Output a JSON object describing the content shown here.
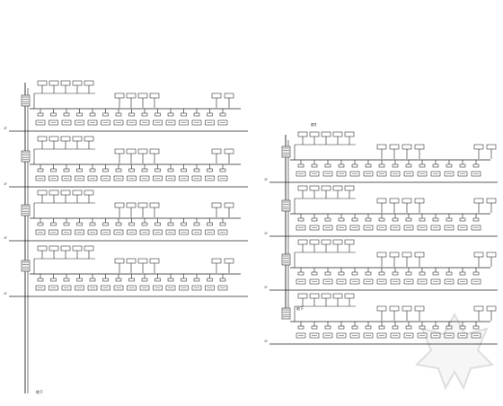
{
  "drawing": {
    "left_panel": {
      "floors": [
        {
          "floor_tag": "1F",
          "header_label": ""
        },
        {
          "floor_tag": "1F",
          "header_label": ""
        },
        {
          "floor_tag": "1F",
          "header_label": ""
        },
        {
          "floor_tag": "1F",
          "header_label": ""
        }
      ],
      "footer_label": "地下"
    },
    "right_panel": {
      "floors": [
        {
          "floor_tag": "1F",
          "header_label": "屋顶"
        },
        {
          "floor_tag": "1F",
          "header_label": ""
        },
        {
          "floor_tag": "1F",
          "header_label": ""
        },
        {
          "floor_tag": "1F",
          "header_label": ""
        }
      ],
      "footer_label": "地下"
    }
  },
  "watermark": {
    "icon": "star-seal-watermark-icon",
    "color": "#e6e6e6"
  },
  "colors": {
    "line": "#222222",
    "background": "#ffffff"
  }
}
